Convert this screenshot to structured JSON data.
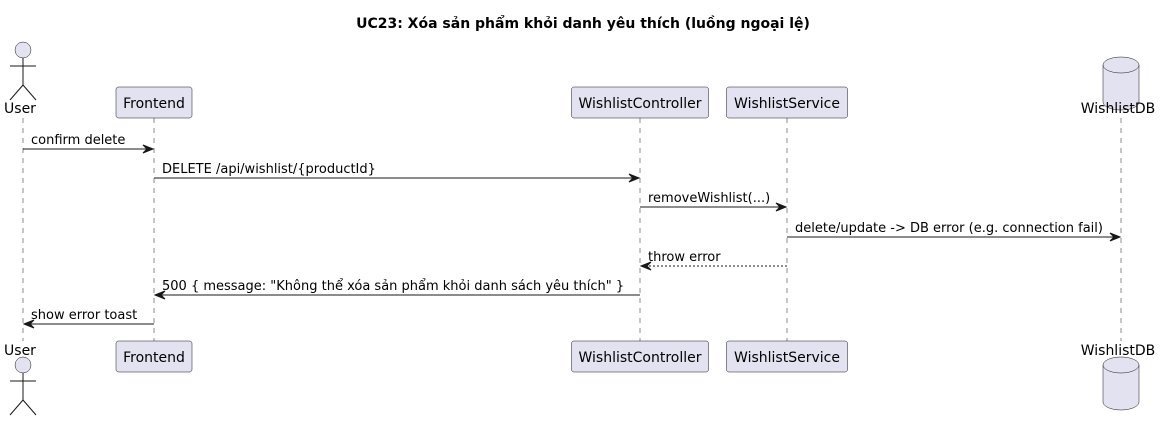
{
  "diagram": {
    "title": "UC23: Xóa sản phẩm khỏi danh yêu thích (luồng ngoại lệ)",
    "participants": [
      {
        "id": "user",
        "label": "User",
        "kind": "actor"
      },
      {
        "id": "frontend",
        "label": "Frontend",
        "kind": "participant"
      },
      {
        "id": "controller",
        "label": "WishlistController",
        "kind": "participant"
      },
      {
        "id": "service",
        "label": "WishlistService",
        "kind": "participant"
      },
      {
        "id": "db",
        "label": "WishlistDB",
        "kind": "database"
      }
    ],
    "messages": [
      {
        "from": "user",
        "to": "frontend",
        "label": "confirm delete",
        "style": "solid"
      },
      {
        "from": "frontend",
        "to": "controller",
        "label": "DELETE /api/wishlist/{productId}",
        "style": "solid"
      },
      {
        "from": "controller",
        "to": "service",
        "label": "removeWishlist(...)",
        "style": "solid"
      },
      {
        "from": "service",
        "to": "db",
        "label": "delete/update -> DB error (e.g. connection fail)",
        "style": "solid"
      },
      {
        "from": "service",
        "to": "controller",
        "label": "throw error",
        "style": "dashed"
      },
      {
        "from": "controller",
        "to": "frontend",
        "label": "500 { message: \"Không thể xóa sản phẩm khỏi danh sách yêu thích\" }",
        "style": "solid"
      },
      {
        "from": "frontend",
        "to": "user",
        "label": "show error toast",
        "style": "solid"
      }
    ],
    "colors": {
      "participant_fill": "#E2E2F0",
      "stroke": "#181818",
      "background": "#FFFFFF"
    }
  }
}
